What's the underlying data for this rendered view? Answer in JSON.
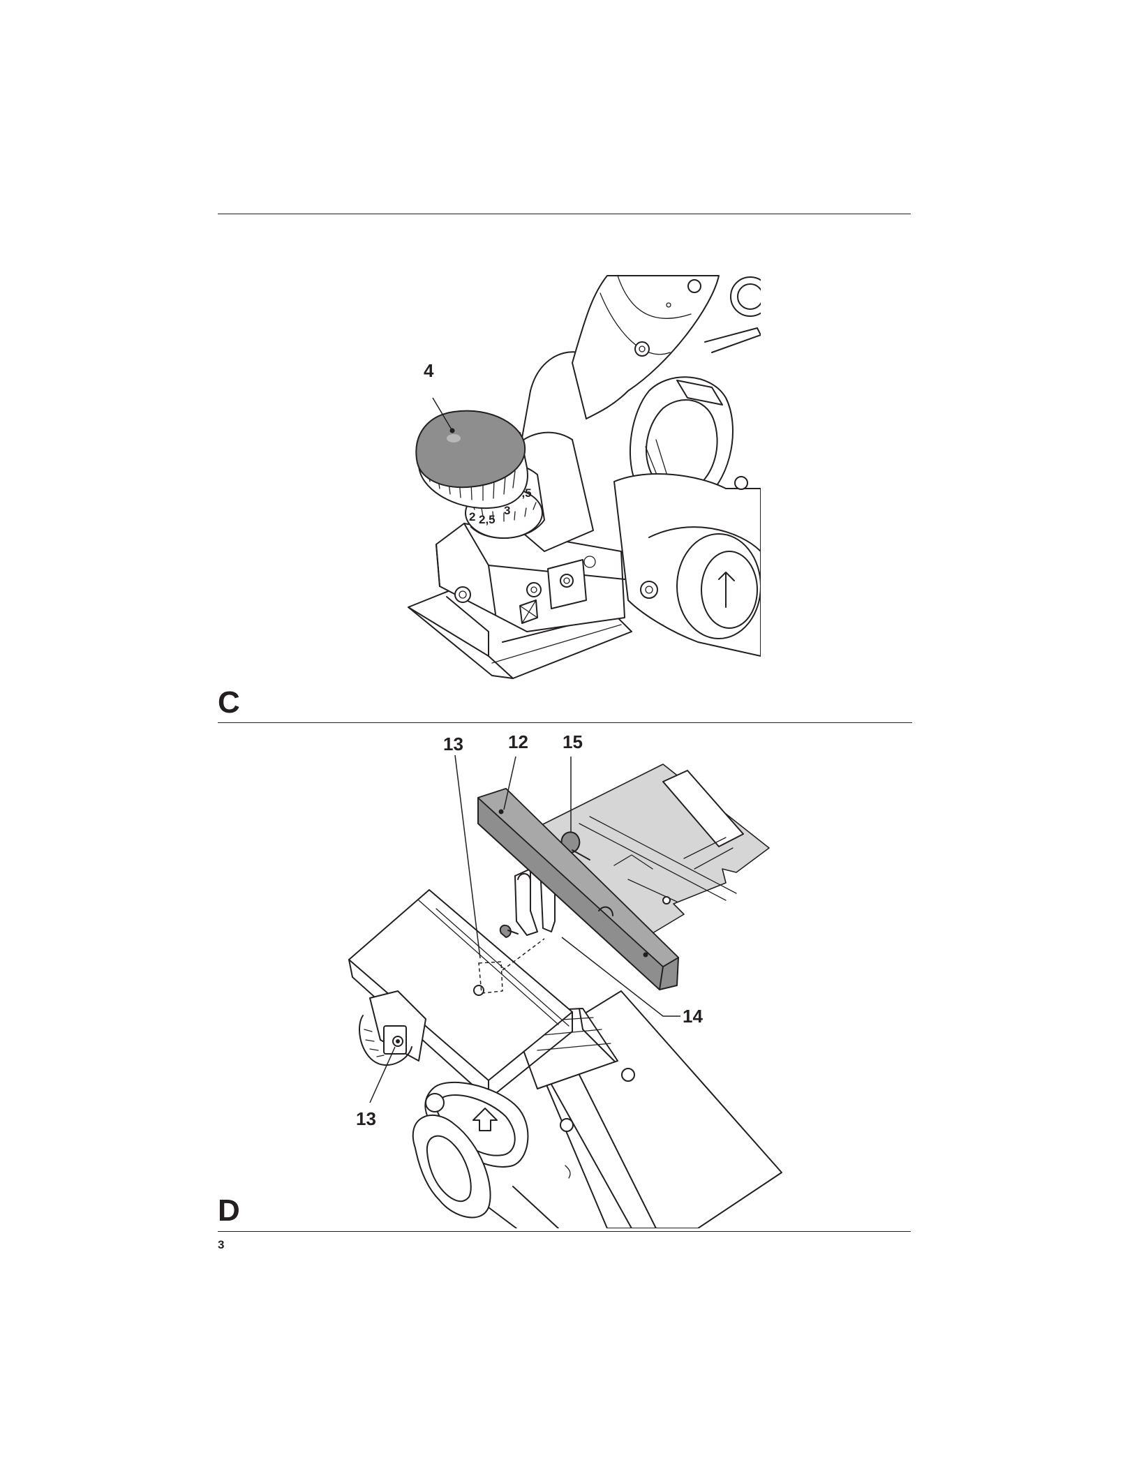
{
  "page": {
    "number": "3"
  },
  "figures": [
    {
      "id": "C",
      "letter": "C",
      "callouts": [
        {
          "label": "4"
        }
      ],
      "dial_scale": [
        "2",
        "2,5",
        "3",
        "3,5"
      ]
    },
    {
      "id": "D",
      "letter": "D",
      "callouts": [
        {
          "label": "13"
        },
        {
          "label": "12"
        },
        {
          "label": "15"
        },
        {
          "label": "14"
        },
        {
          "label": "13"
        }
      ]
    }
  ]
}
